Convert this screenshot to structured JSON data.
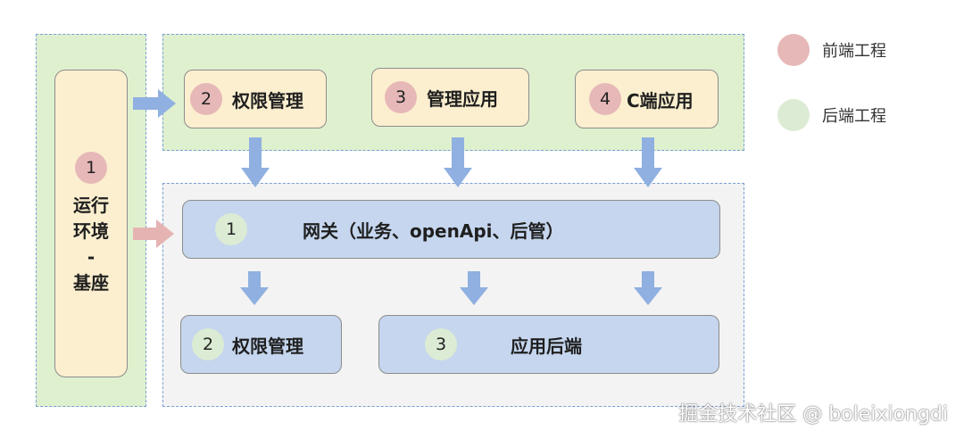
{
  "runtime": {
    "number": "1",
    "label_line1": "运行",
    "label_line2": "环境",
    "label_line3": "-",
    "label_line4": "基座"
  },
  "frontend": {
    "permission": {
      "number": "2",
      "label": "权限管理"
    },
    "admin_app": {
      "number": "3",
      "label": "管理应用"
    },
    "c_app": {
      "number": "4",
      "label": "C端应用"
    }
  },
  "backend": {
    "gateway": {
      "number": "1",
      "label": "网关（业务、openApi、后管）"
    },
    "permission": {
      "number": "2",
      "label": "权限管理"
    },
    "app_backend": {
      "number": "3",
      "label": "应用后端"
    }
  },
  "legend": {
    "frontend": {
      "label": "前端工程",
      "color": "#e7b8b8"
    },
    "backend": {
      "label": "后端工程",
      "color": "#dcebd3"
    }
  },
  "watermark": "掘金技术社区 @ boleixiongdi",
  "colors": {
    "arrow_blue": "#8fb0e0",
    "arrow_pink": "#e6b3b3",
    "dash_border": "#7a9fd6"
  }
}
